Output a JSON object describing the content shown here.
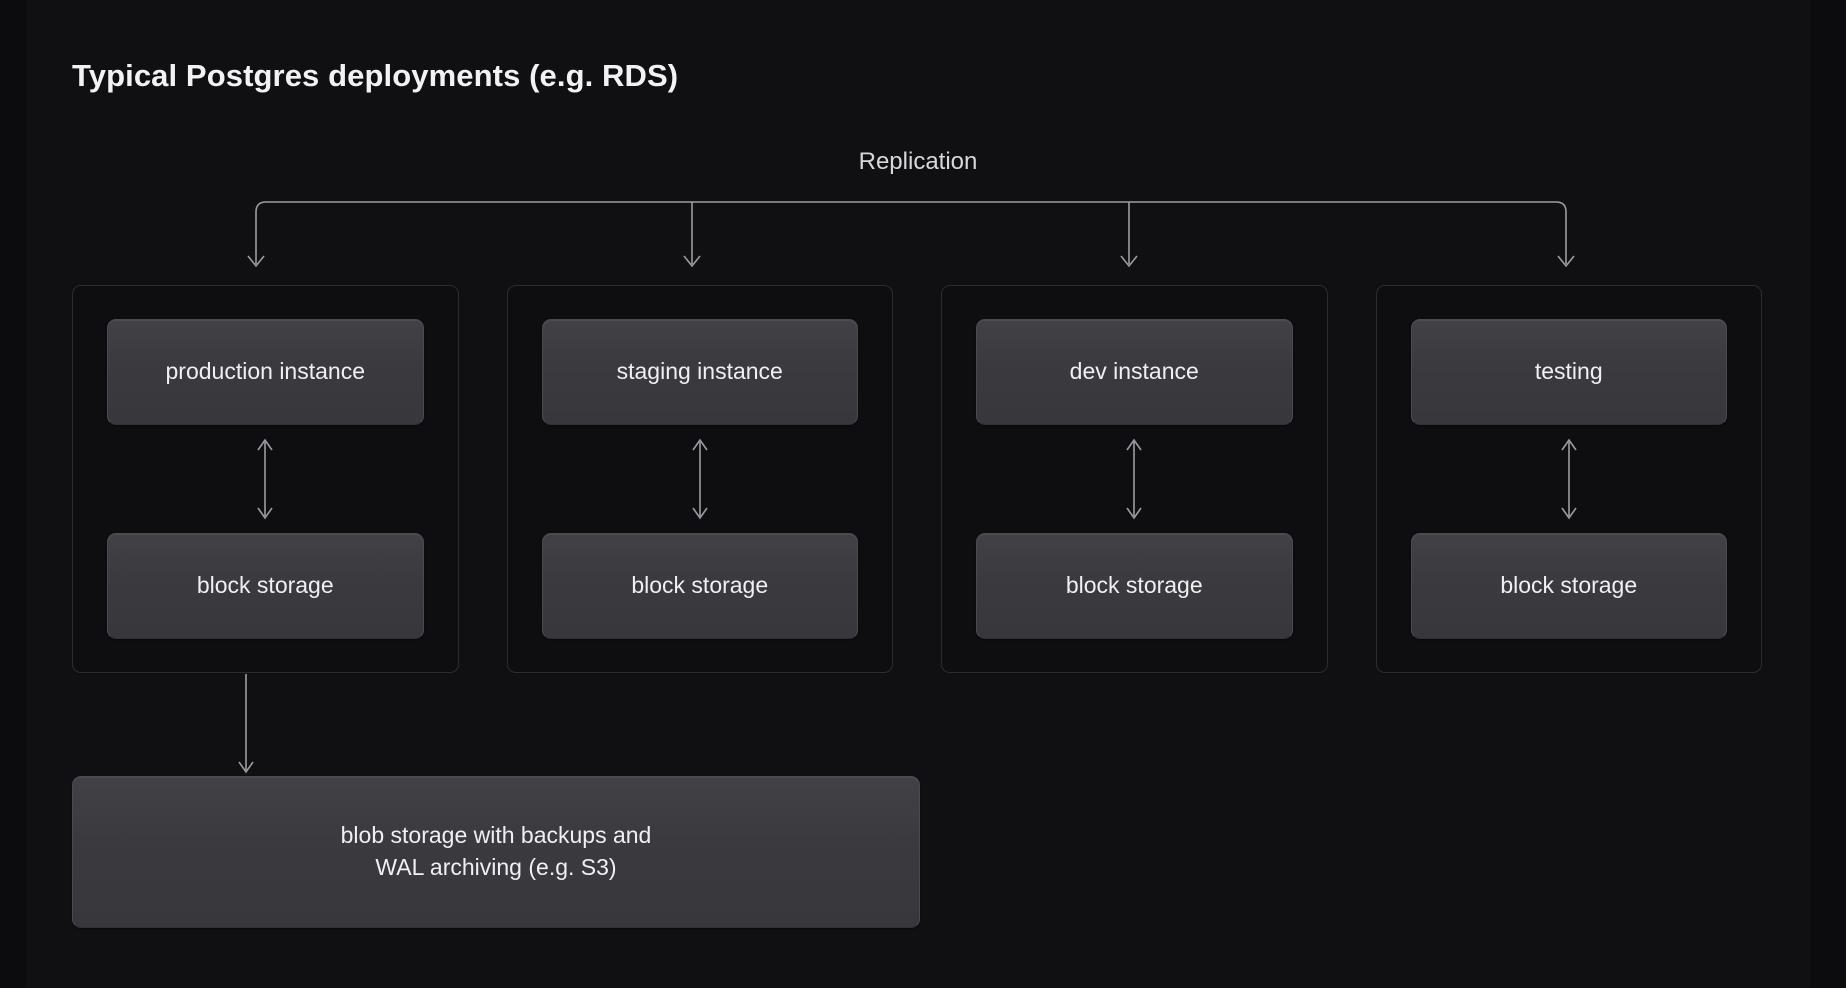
{
  "slide": {
    "title": "Typical Postgres deployments (e.g. RDS)",
    "background_color": "#101012",
    "page_background_color": "#0c0c0e"
  },
  "diagram": {
    "replication_label": "Replication",
    "card_color": "#3a3a3f",
    "line_color": "#9c9ca2",
    "container_border_color": "#2b2b31",
    "environments": [
      {
        "name": "production",
        "instance_label": "production instance",
        "storage_label": "block storage",
        "has_blob_link": true
      },
      {
        "name": "staging",
        "instance_label": "staging instance",
        "storage_label": "block storage",
        "has_blob_link": false
      },
      {
        "name": "dev",
        "instance_label": "dev instance",
        "storage_label": "block storage",
        "has_blob_link": false
      },
      {
        "name": "testing",
        "instance_label": "testing",
        "storage_label": "block storage",
        "has_blob_link": false
      }
    ],
    "blob_storage_label": "blob storage with backups and\nWAL archiving (e.g. S3)"
  }
}
